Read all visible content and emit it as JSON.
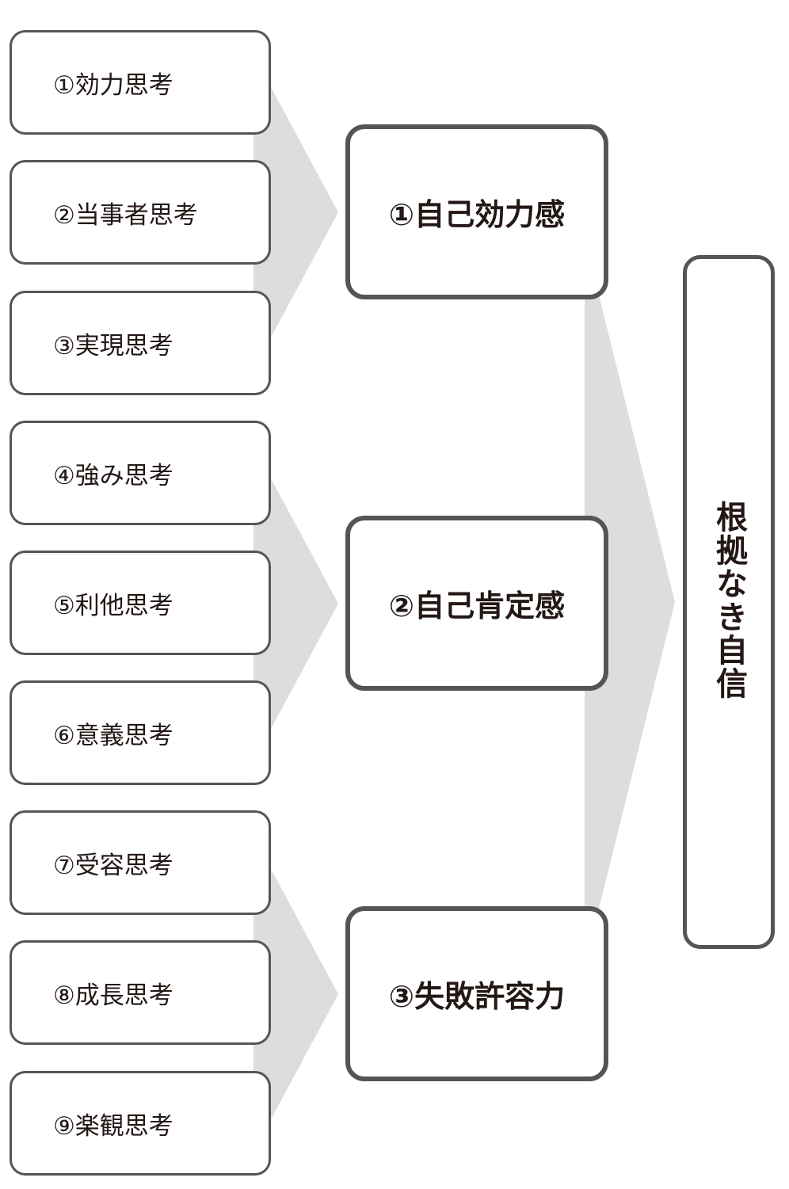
{
  "thinking_styles": [
    "①効力思考",
    "②当事者思考",
    "③実現思考",
    "④強み思考",
    "⑤利他思考",
    "⑥意義思考",
    "⑦受容思考",
    "⑧成長思考",
    "⑨楽観思考"
  ],
  "outcomes": [
    "①自己効力感",
    "②自己肯定感",
    "③失敗許容力"
  ],
  "result": "根拠なき自信",
  "colors": {
    "arrow": "#dcdddd",
    "border": "#555555",
    "text": "#231815"
  }
}
